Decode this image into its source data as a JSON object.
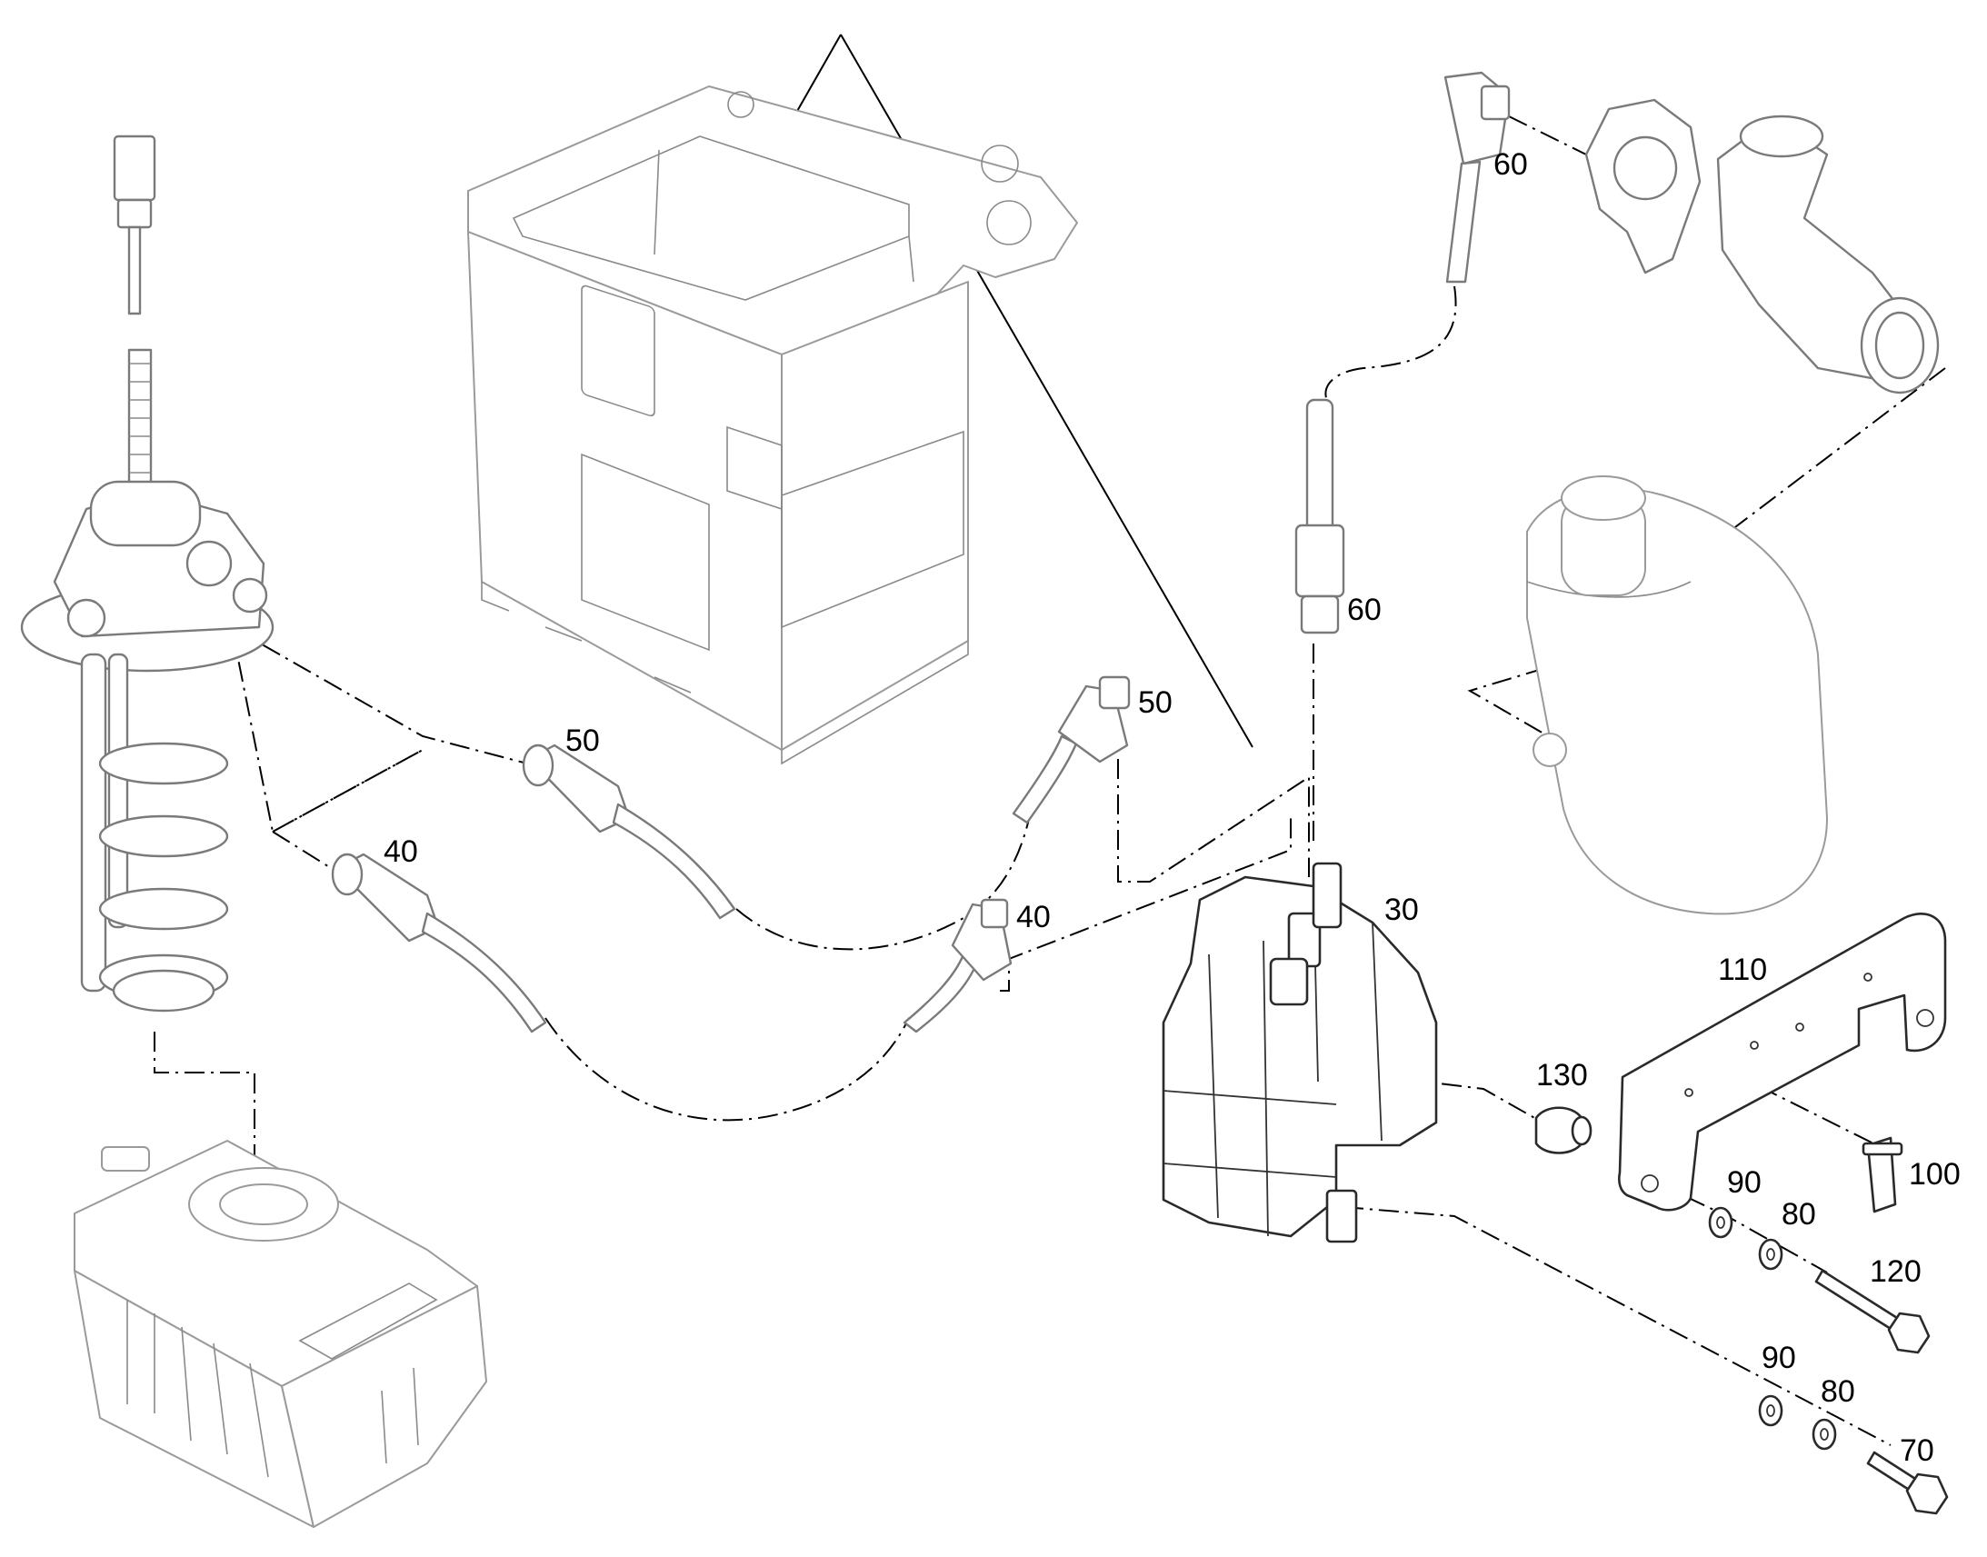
{
  "callouts": {
    "c30": "30",
    "c40a": "40",
    "c40b": "40",
    "c50a": "50",
    "c50b": "50",
    "c60a": "60",
    "c60b": "60",
    "c70": "70",
    "c80a": "80",
    "c80b": "80",
    "c90a": "90",
    "c90b": "90",
    "c100": "100",
    "c110": "110",
    "c120": "120",
    "c130": "130"
  },
  "colors": {
    "part_outline": "#7a7a7a",
    "part_dark": "#2a2a2a",
    "leader": "#000000",
    "background": "#ffffff"
  }
}
